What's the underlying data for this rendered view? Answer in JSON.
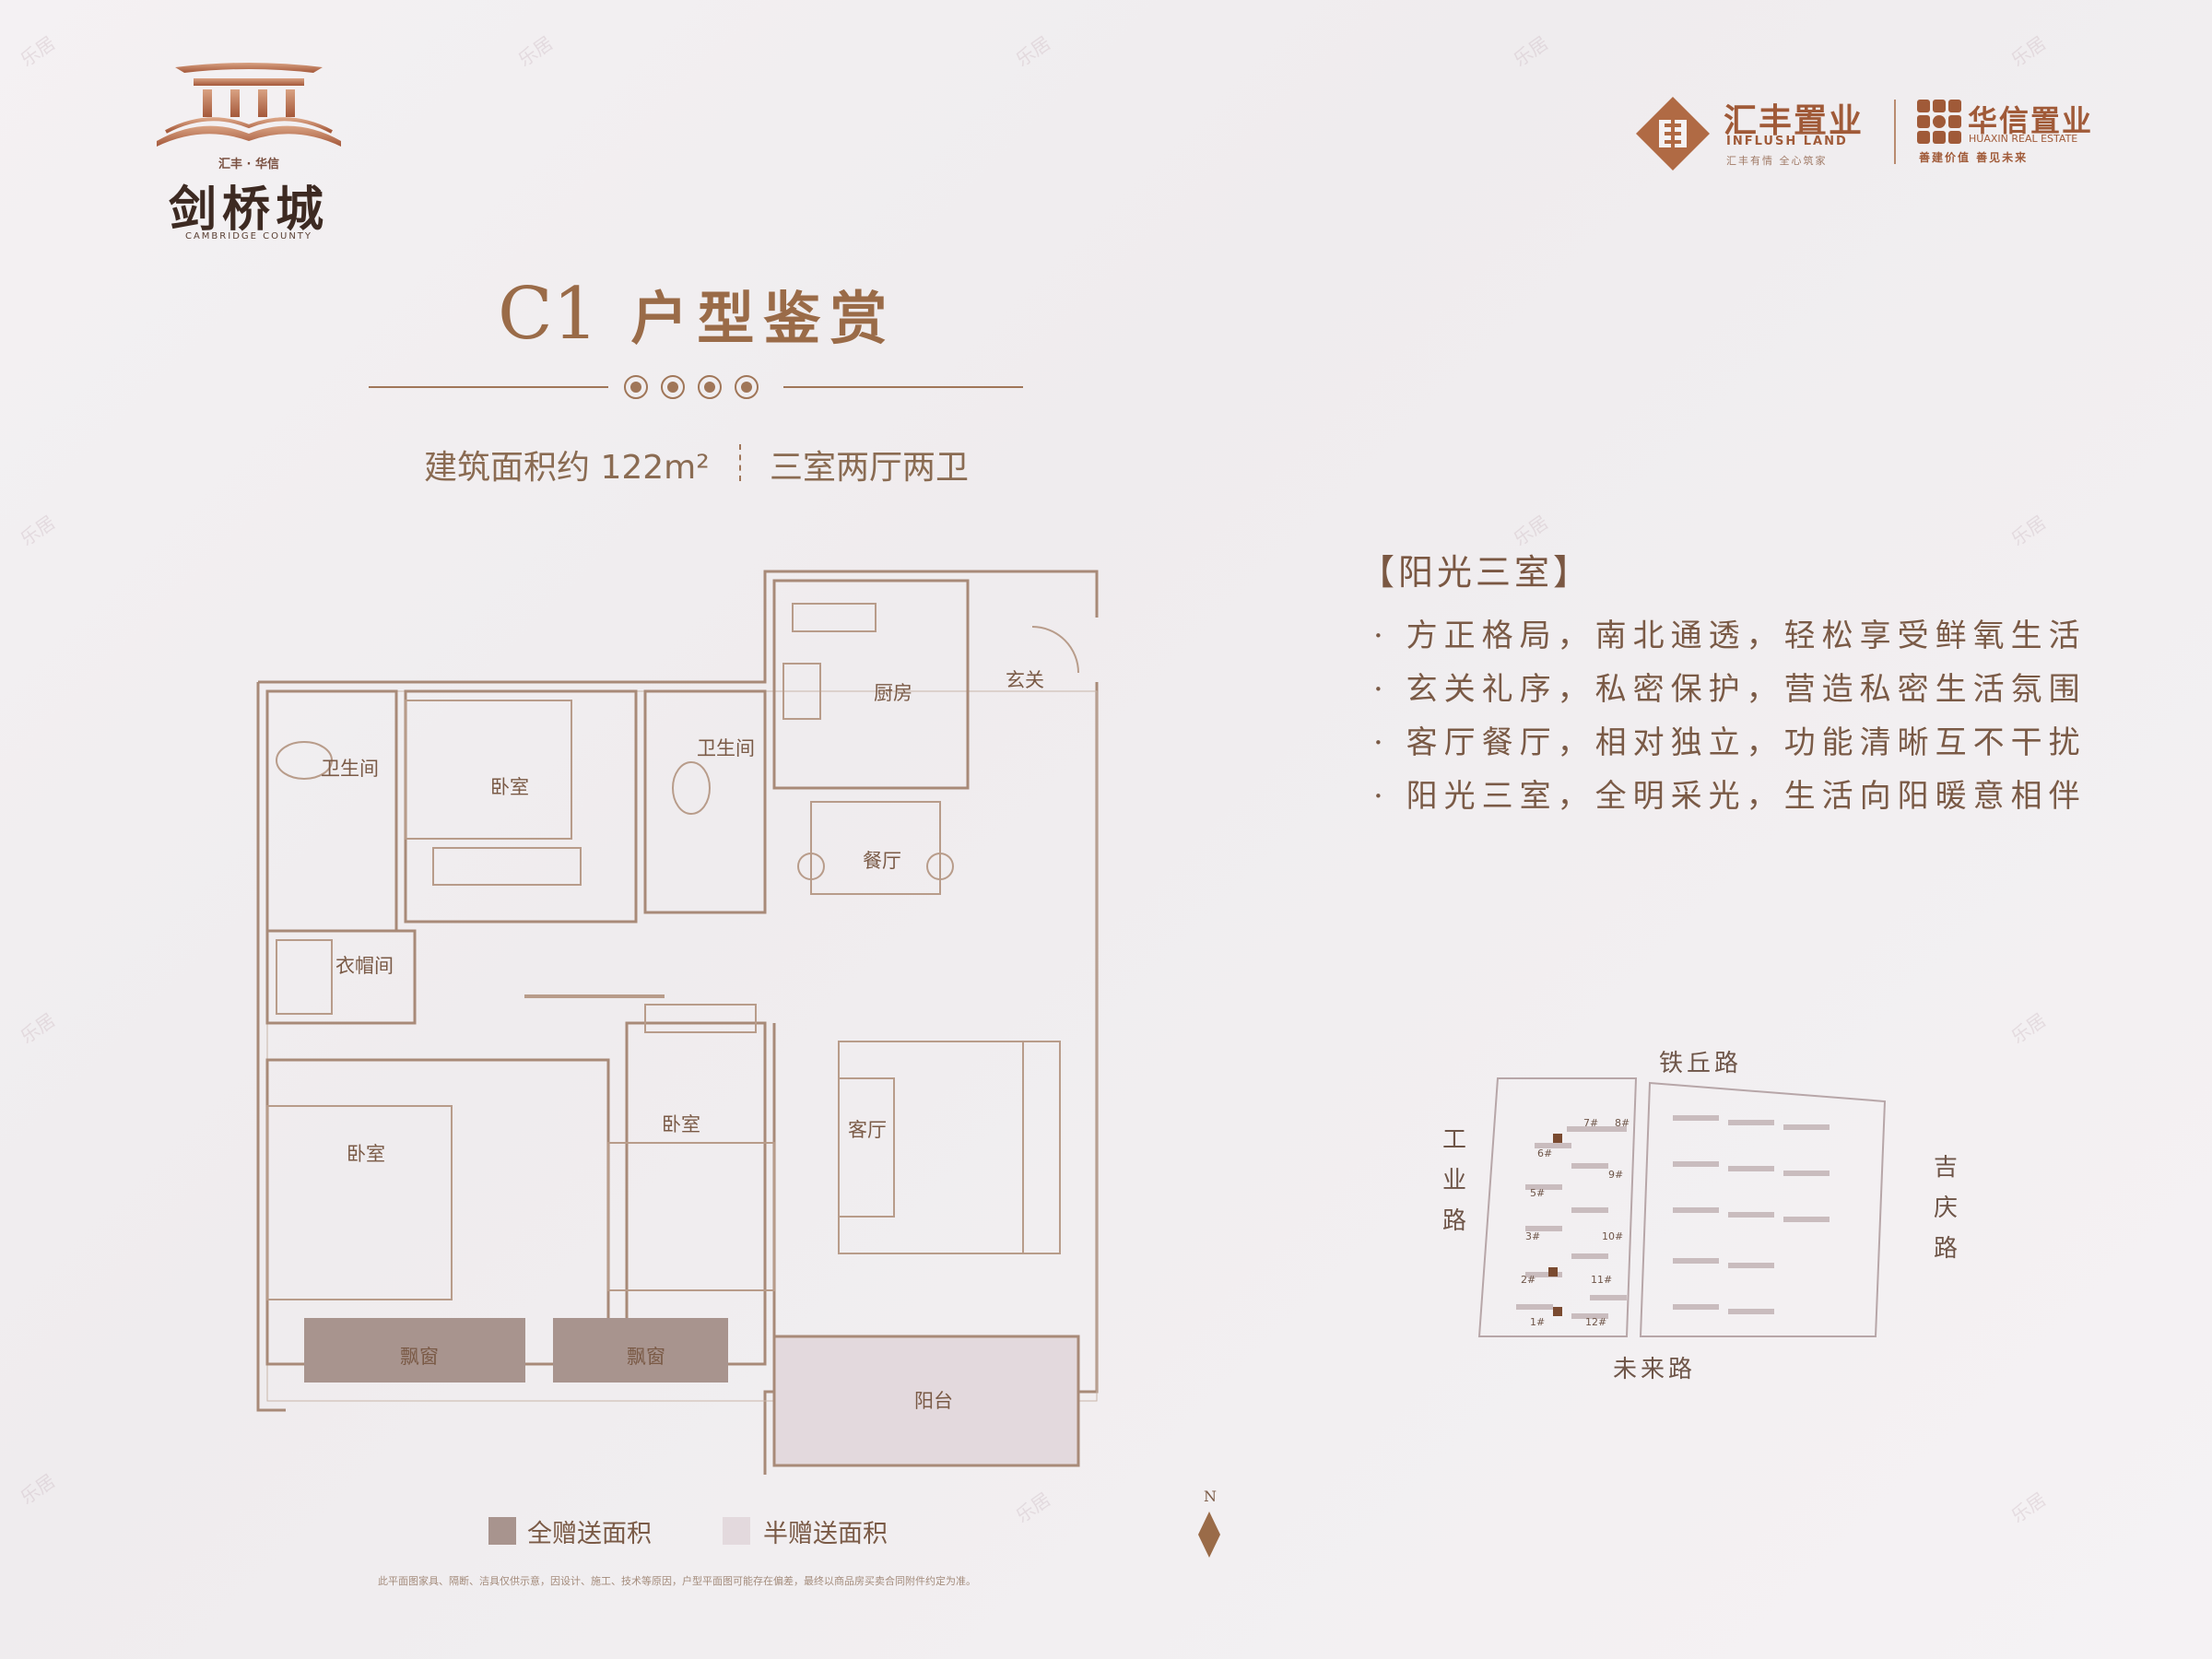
{
  "brand": {
    "project_name": "剑桥城",
    "project_sub": "汇丰 · 华信",
    "project_en": "CAMBRIDGE COUNTY",
    "dev1_cn": "汇丰置业",
    "dev1_en": "INFLUSH LAND",
    "dev1_slogan": "汇丰有情 全心筑家",
    "dev2_cn": "华信置业",
    "dev2_en": "HUAXIN REAL ESTATE",
    "dev2_slogan": "善建价值 善见未来"
  },
  "title": {
    "code": "C1",
    "text": "户型鉴赏"
  },
  "spec": {
    "area": "建筑面积约 122m²",
    "layout": "三室两厅两卫"
  },
  "features": {
    "heading": "【阳光三室】",
    "items": [
      "· 方正格局，南北通透，轻松享受鲜氧生活",
      "· 玄关礼序，私密保护，营造私密生活氛围",
      "· 客厅餐厅，相对独立，功能清晰互不干扰",
      "· 阳光三室，全明采光，生活向阳暖意相伴"
    ]
  },
  "rooms": {
    "bath1": "卫生间",
    "bedroom1": "卧室",
    "bath2": "卫生间",
    "kitchen": "厨房",
    "foyer": "玄关",
    "dining": "餐厅",
    "cloak": "衣帽间",
    "master": "卧室",
    "bedroom2": "卧室",
    "living": "客厅",
    "bay1": "飘窗",
    "bay2": "飘窗",
    "balcony": "阳台"
  },
  "site": {
    "north_road": "铁丘路",
    "west_road": "工业路",
    "east_road": "吉庆路",
    "south_road": "未来路",
    "buildings": [
      "7#",
      "8#",
      "6#",
      "9#",
      "5#",
      "10#",
      "3#",
      "11#",
      "2#",
      "1#",
      "12#"
    ]
  },
  "compass": "N",
  "legend": {
    "full": "全赠送面积",
    "half": "半赠送面积"
  },
  "colors": {
    "full": "#a8948e",
    "half": "#e3d9dd"
  },
  "disclaimer": "此平面图家具、隔断、洁具仅供示意，因设计、施工、技术等原因，户型平面图可能存在偏差，最终以商品房买卖合同附件约定为准。",
  "watermark": "乐居"
}
